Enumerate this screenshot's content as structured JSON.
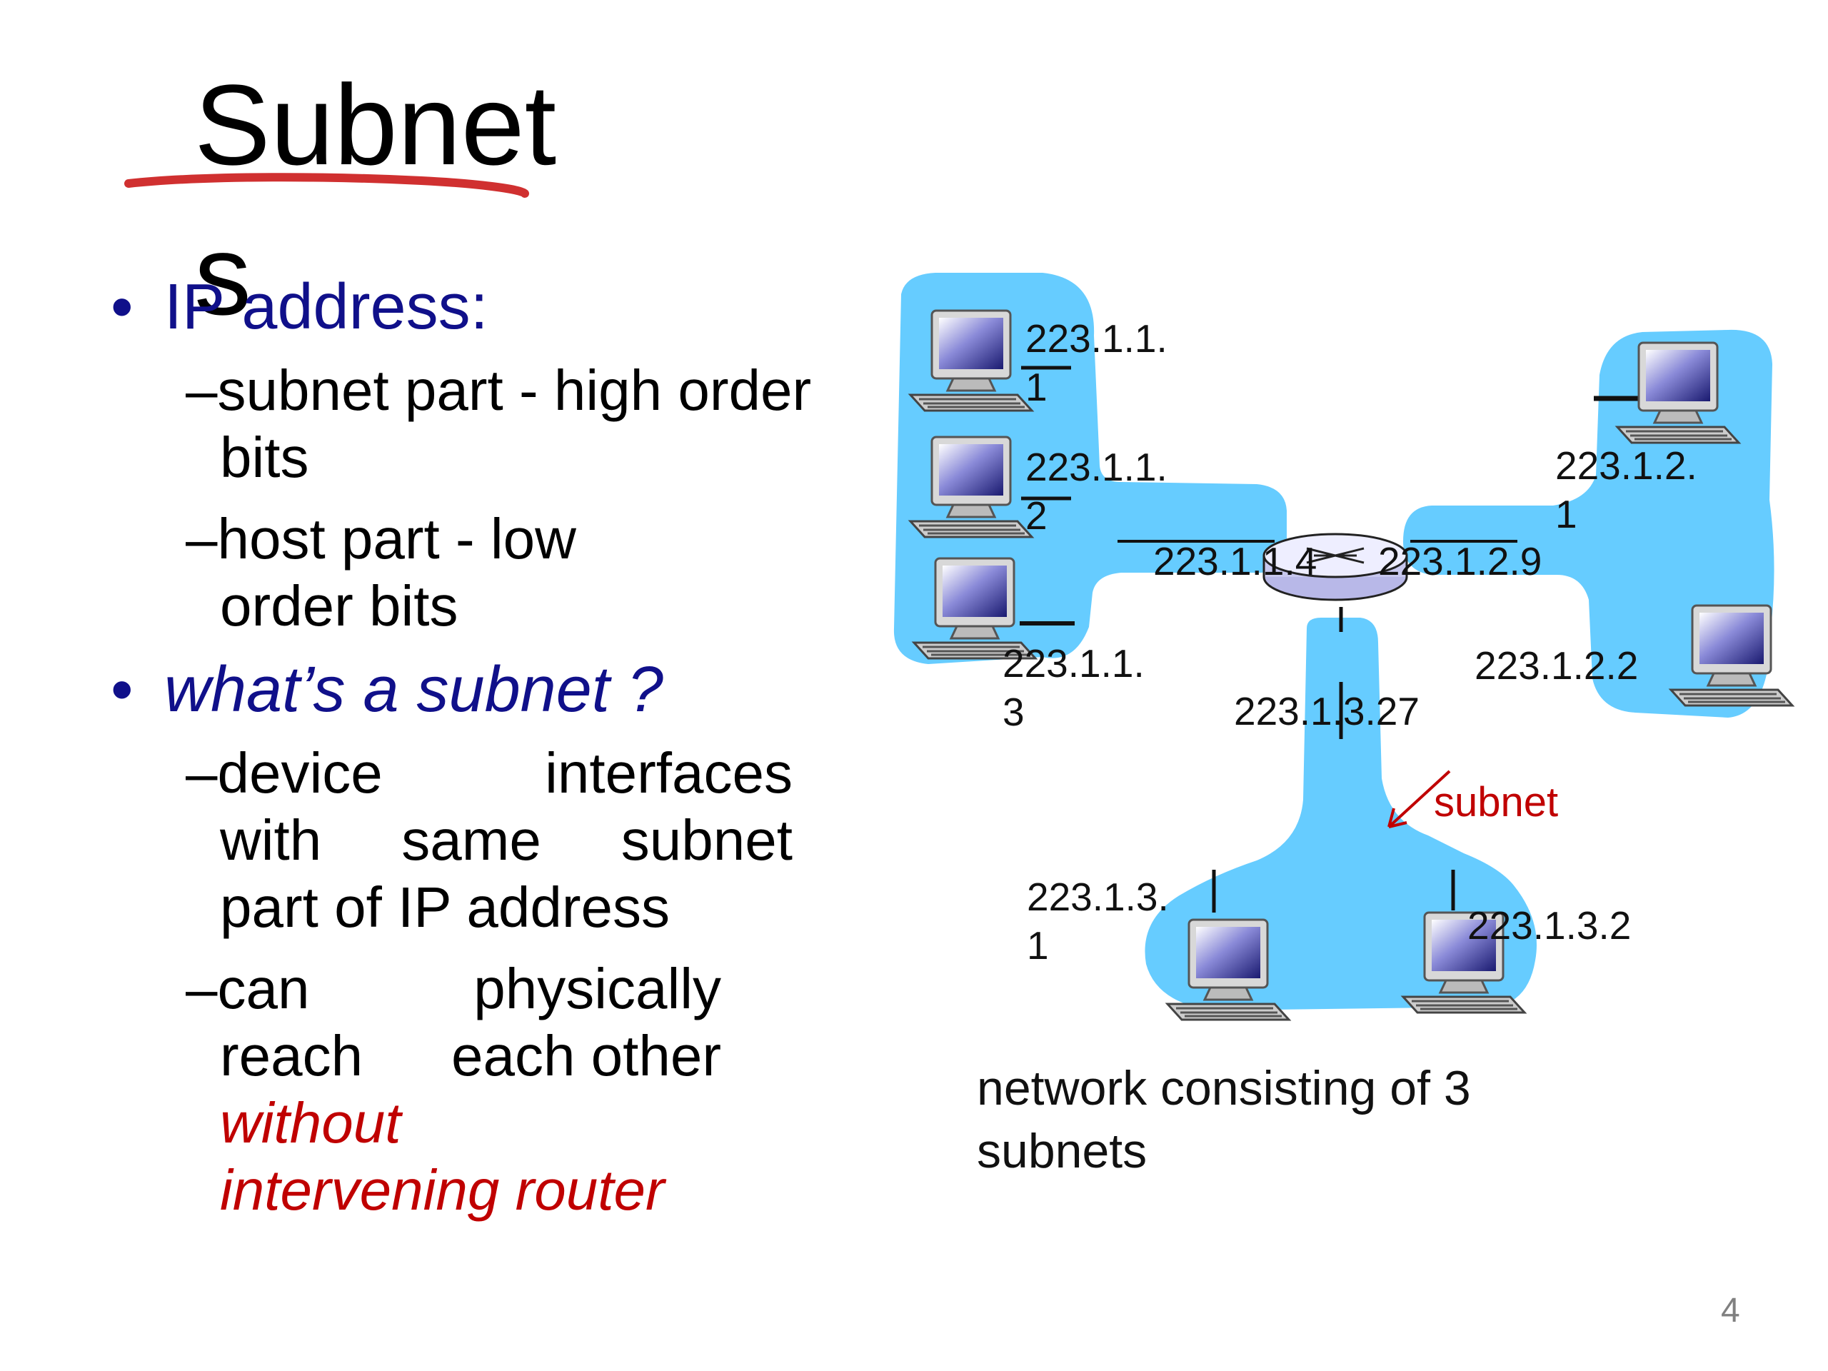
{
  "slide": {
    "title": "Subnets",
    "page_number": "4"
  },
  "bullets": {
    "b1_text": "IP address:",
    "b1_sub1_line1": "–subnet part - high order",
    "b1_sub1_line2": "bits",
    "b1_sub2_line1": "–host part - low",
    "b1_sub2_line2": "order  bits",
    "b2_text": "what’s a subnet ?",
    "b2_sub1_w1": "–device",
    "b2_sub1_w2": "interfaces",
    "b2_sub1_l2a": "with",
    "b2_sub1_l2b": "same",
    "b2_sub1_l2c": "subnet",
    "b2_sub1_l3": "part of IP  address",
    "b2_sub2_w1": "–can",
    "b2_sub2_w2": "physically",
    "b2_sub2_l2a": "reach",
    "b2_sub2_l2b": "each other",
    "b2_sub2_red1": "without",
    "b2_sub2_red2": "intervening router"
  },
  "diagram": {
    "labels": {
      "h1": "223.1.1.\n1",
      "h2": "223.1.1.\n2",
      "h3": "223.1.1.\n3",
      "r1": "223.1.1.4",
      "r2": "223.1.2.9",
      "r3": "223.1.3.27",
      "h4": "223.1.2.\n1",
      "h5": "223.1.2.2",
      "h6": "223.1.3.\n1",
      "h7": "223.1.3.2",
      "subnet": "subnet"
    },
    "caption": "network consisting of 3 subnets",
    "colors": {
      "subnet_fill": "#66ccff",
      "router_fill": "#c8c8ee",
      "annotation_red": "#d03030",
      "subnet_label": "#c00000"
    }
  }
}
